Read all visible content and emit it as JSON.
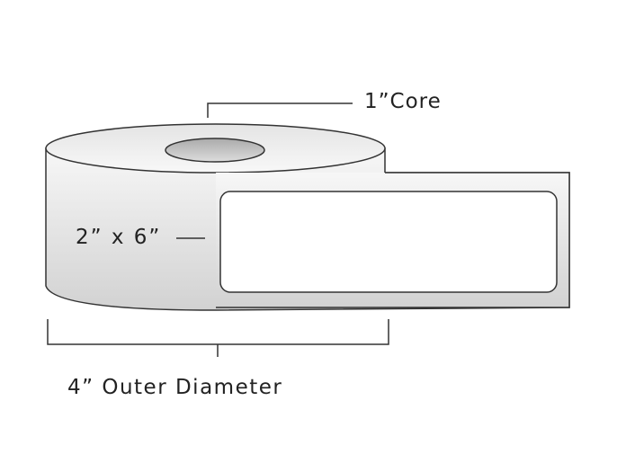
{
  "labels": {
    "core": "1”Core",
    "size": "2” x 6”",
    "diameter": "4” Outer Diameter"
  },
  "colors": {
    "stroke": "#333333",
    "roll_fill_light": "#f4f4f4",
    "roll_fill_dark": "#cfcfcf",
    "core_fill": "#c8c8c8",
    "label_fill": "#ffffff"
  }
}
